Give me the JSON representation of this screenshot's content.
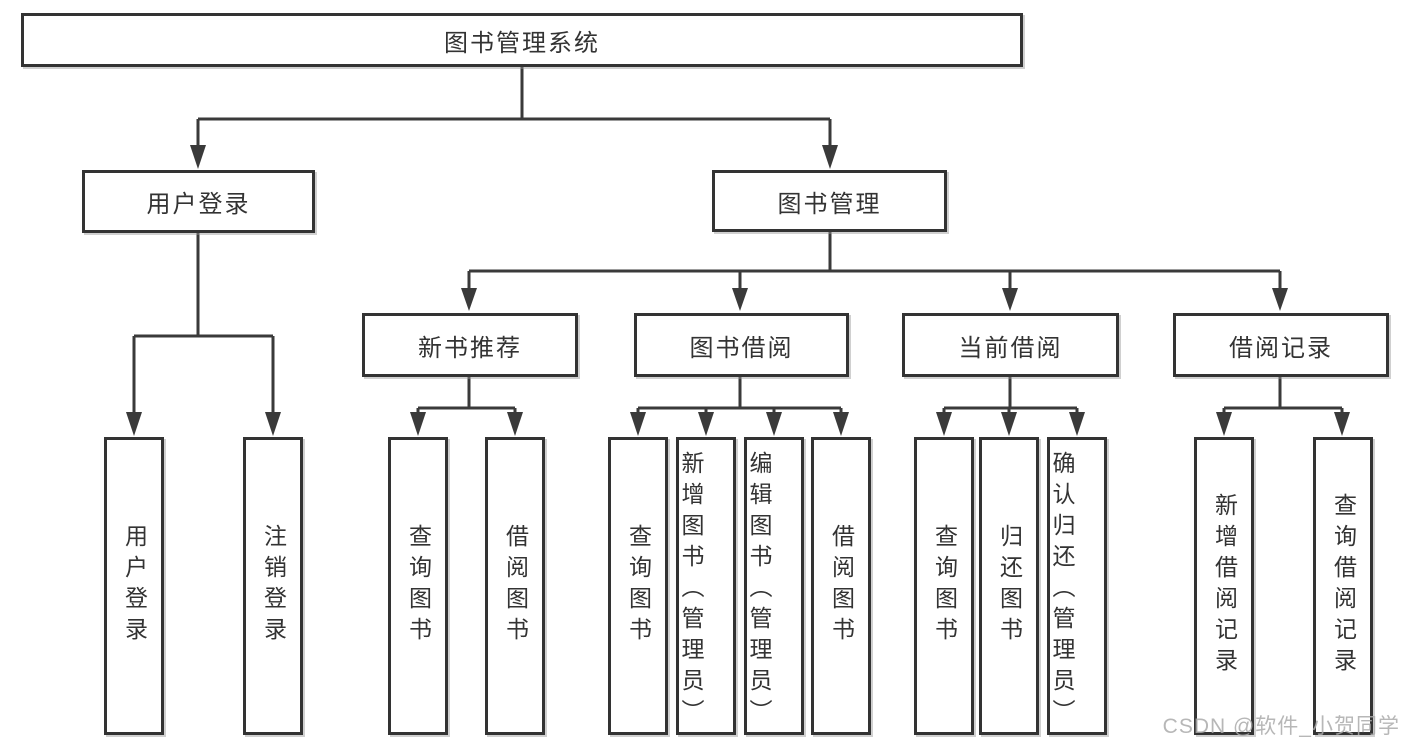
{
  "diagram_type": "hierarchy-tree",
  "colors": {
    "line": "#3a3a3a",
    "box_border": "#333333",
    "text": "#333333",
    "background": "#ffffff",
    "watermark": "#aaaaaa"
  },
  "watermark": "CSDN @软件_小贺同学",
  "tree": {
    "label": "图书管理系统",
    "children": [
      {
        "label": "用户登录",
        "children": [
          {
            "label": "用户登录"
          },
          {
            "label": "注销登录"
          }
        ]
      },
      {
        "label": "图书管理",
        "children": [
          {
            "label": "新书推荐",
            "children": [
              {
                "label": "查询图书"
              },
              {
                "label": "借阅图书"
              }
            ]
          },
          {
            "label": "图书借阅",
            "children": [
              {
                "label": "查询图书"
              },
              {
                "label": "新增图书（管理员）"
              },
              {
                "label": "编辑图书（管理员）"
              },
              {
                "label": "借阅图书"
              }
            ]
          },
          {
            "label": "当前借阅",
            "children": [
              {
                "label": "查询图书"
              },
              {
                "label": "归还图书"
              },
              {
                "label": "确认归还（管理员）"
              }
            ]
          },
          {
            "label": "借阅记录",
            "children": [
              {
                "label": "新增借阅记录"
              },
              {
                "label": "查询借阅记录"
              }
            ]
          }
        ]
      }
    ]
  }
}
